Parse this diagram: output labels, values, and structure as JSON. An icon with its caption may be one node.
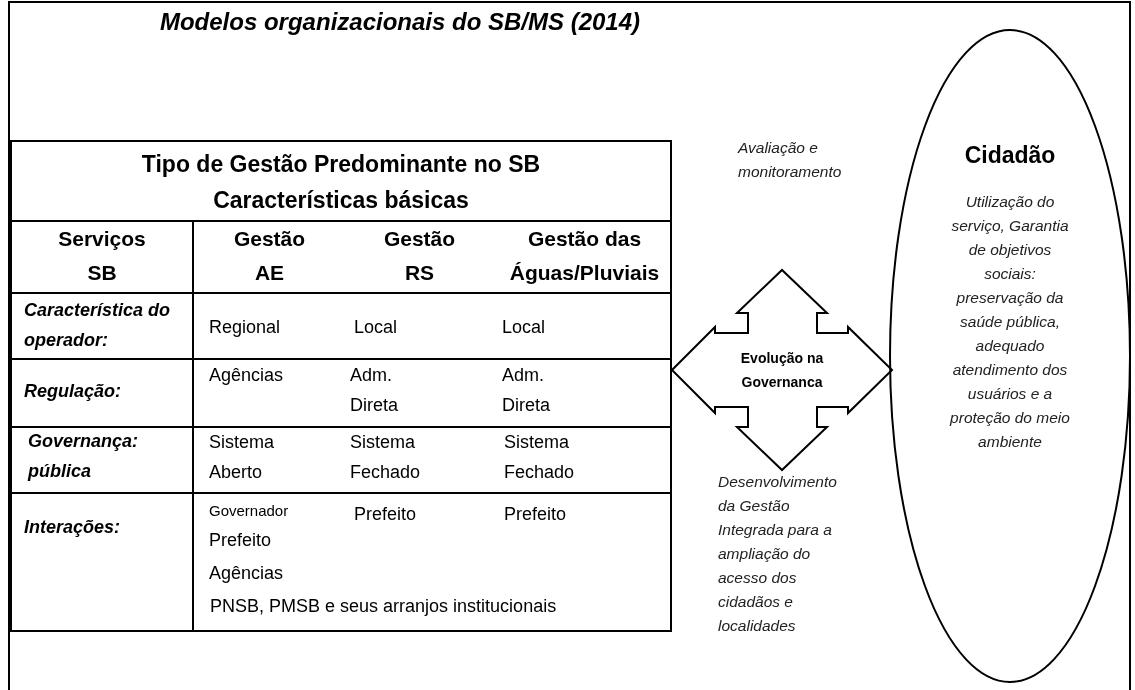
{
  "diagram": {
    "title": "Modelos organizacionais do SB/MS (2014)",
    "nodes": [
      {
        "text": [
          "Tipo de Gestão Predominante no SB Características básicas"
        ]
      },
      {
        "text": [
          "Cidadão",
          "Utilização do serviço, Garantia de objetivos sociais: preservação da saúde pública, adequado atendimento dos usuários e a proteção do meio ambiente"
        ]
      }
    ],
    "edges": [
      {
        "from": 0,
        "to": 1,
        "arrow": "both",
        "label": "Evolução na Governanca"
      }
    ],
    "labels": [
      "Serviços SB",
      "Gestão AE",
      "Gestão RS",
      "Gestão das Águas/Pluviais",
      "Característica do operador:",
      "Regional",
      "Local",
      "Local",
      "Regulação:",
      "Agências",
      "Adm. Direta",
      "Adm. Direta",
      "Governança: pública",
      "Sistema Aberto",
      "Sistema Fechado",
      "Sistema Fechado",
      "Interações:",
      "Governador",
      "Prefeito",
      "Prefeito",
      "Prefeito",
      "Agências",
      "PNSB, PMSB e seus arranjos institucionais",
      "Avaliação e monitoramento",
      "Desenvolvimento da Gestão Integrada para a ampliação do acesso dos cidadãos e localidades"
    ]
  }
}
